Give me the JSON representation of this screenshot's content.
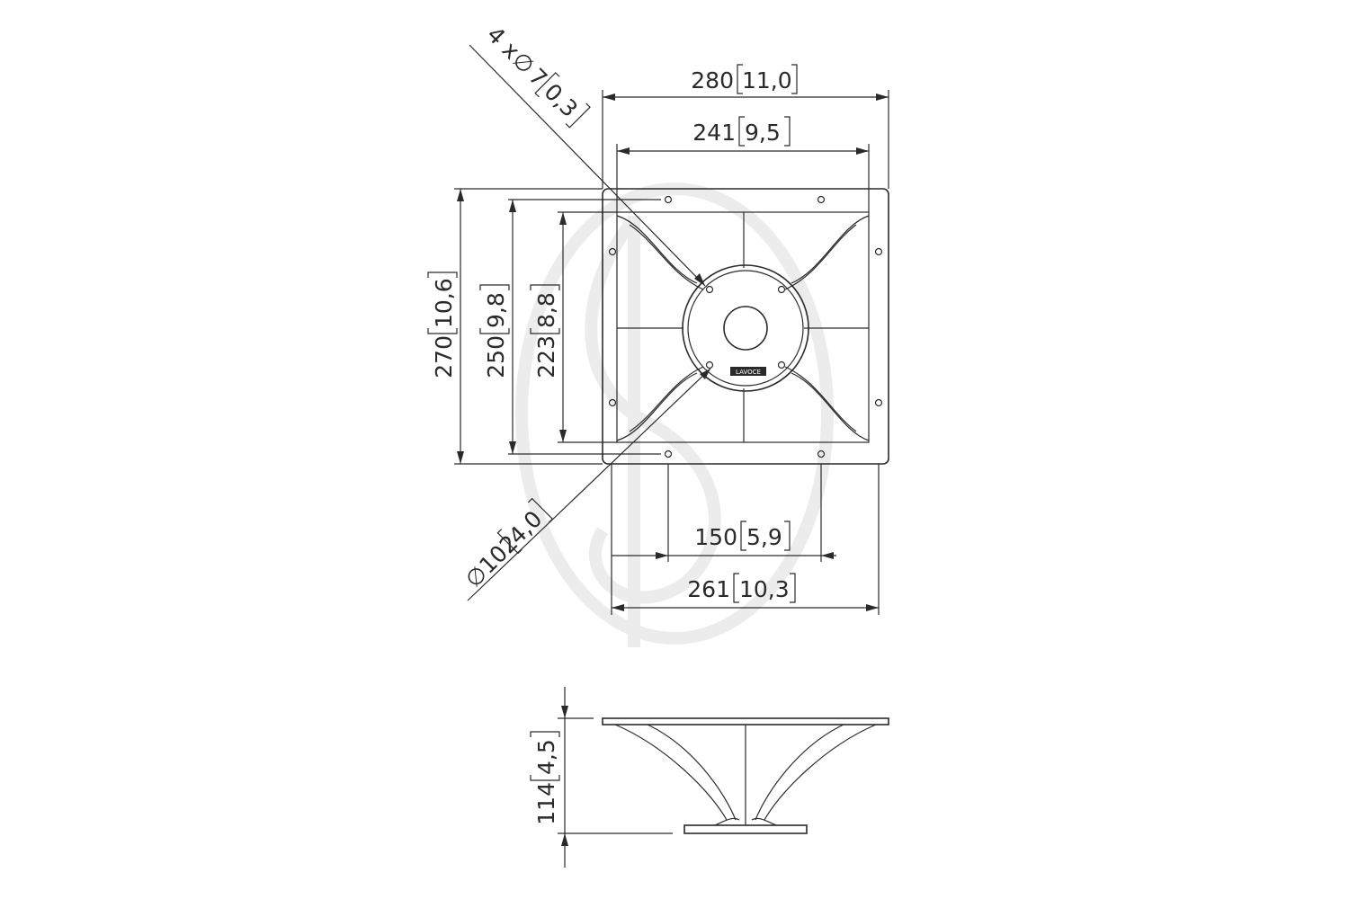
{
  "drawing": {
    "top_view": {
      "width_outer": {
        "mm": "280",
        "in": "11,0"
      },
      "width_holes": {
        "mm": "241",
        "in": "9,5"
      },
      "height_outer": {
        "mm": "270",
        "in": "10,6"
      },
      "height_holes_outer": {
        "mm": "250",
        "in": "9,8"
      },
      "height_holes_inner": {
        "mm": "223",
        "in": "8,8"
      },
      "hole_spacing_bottom": {
        "mm": "150",
        "in": "5,9"
      },
      "width_bottom": {
        "mm": "261",
        "in": "10,3"
      },
      "mount_holes": {
        "prefix": "4 x",
        "symbol": "∅",
        "mm": "7",
        "in": "0,3"
      },
      "throat": {
        "symbol": "∅",
        "mm": "102",
        "in": "4,0"
      },
      "badge_text": "LAVOCE"
    },
    "side_view": {
      "height": {
        "mm": "114",
        "in": "4,5"
      }
    }
  }
}
